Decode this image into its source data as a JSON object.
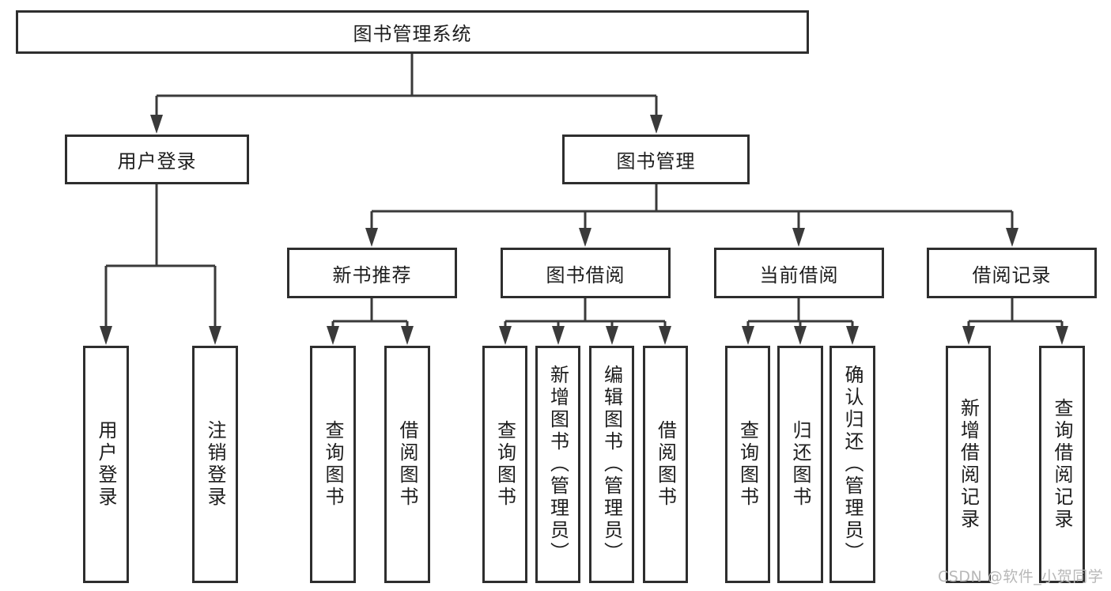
{
  "diagram": {
    "root": {
      "label": "图书管理系统"
    },
    "branches": [
      {
        "label": "用户登录"
      },
      {
        "label": "图书管理"
      }
    ],
    "modules": [
      {
        "label": "新书推荐"
      },
      {
        "label": "图书借阅"
      },
      {
        "label": "当前借阅"
      },
      {
        "label": "借阅记录"
      }
    ],
    "leaves": [
      {
        "label": "用户登录"
      },
      {
        "label": "注销登录"
      },
      {
        "label": "查询图书"
      },
      {
        "label": "借阅图书"
      },
      {
        "label": "查询图书"
      },
      {
        "label": "新增图书（管理员）"
      },
      {
        "label": "编辑图书（管理员）"
      },
      {
        "label": "借阅图书"
      },
      {
        "label": "查询图书"
      },
      {
        "label": "归还图书"
      },
      {
        "label": "确认归还（管理员）"
      },
      {
        "label": "新增借阅记录"
      },
      {
        "label": "查询借阅记录"
      }
    ]
  },
  "watermark": {
    "text": "CSDN @软件_小贺同学"
  },
  "colors": {
    "line": "#3a3a3a",
    "box_border": "#2e2e2e",
    "text": "#1d1d1d",
    "background": "#ffffff",
    "watermark": "#b8b8b8"
  }
}
